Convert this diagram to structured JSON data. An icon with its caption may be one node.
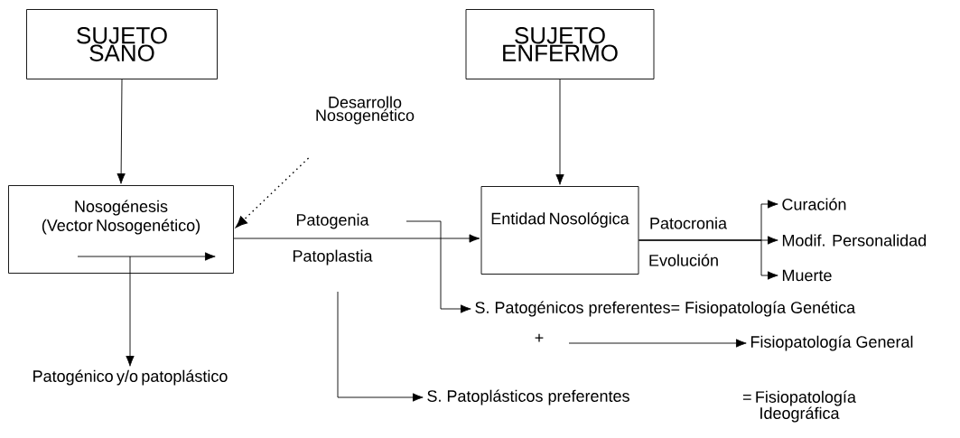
{
  "diagram": {
    "nodes": [
      {
        "text": [
          "SUJETO SANO"
        ]
      },
      {
        "text": [
          "SUJETO ENFERMO"
        ]
      },
      {
        "text": [
          "Nosogénesis (Vector Nosogenético)"
        ]
      },
      {
        "text": [
          "Entidad Nosológica"
        ]
      },
      {
        "text": [
          "Desarrollo Nosogenético"
        ]
      },
      {
        "text": [
          "Patogénico y/o patoplástico"
        ]
      },
      {
        "text": [
          "Curación"
        ]
      },
      {
        "text": [
          "Modif. Personalidad"
        ]
      },
      {
        "text": [
          "Muerte"
        ]
      },
      {
        "text": [
          "S. Patogénicos preferentes= Fisiopatología Genética"
        ]
      },
      {
        "text": [
          "S. Patoplásticos preferentes"
        ]
      },
      {
        "text": [
          "Fisiopatología General"
        ]
      }
    ],
    "edges": [
      {
        "from": 0,
        "to": 2,
        "arrow": "to"
      },
      {
        "from": 1,
        "to": 3,
        "arrow": "to"
      },
      {
        "from": 4,
        "to": 2,
        "arrow": "to",
        "style": "dashed"
      },
      {
        "from": 2,
        "to": 3,
        "arrow": "to",
        "label": "Patogenia"
      },
      {
        "from": null,
        "to": 9,
        "arrow": "to"
      },
      {
        "from": 2,
        "to": 5,
        "arrow": "to"
      },
      {
        "from": null,
        "to": 10,
        "arrow": "to"
      },
      {
        "from": 3,
        "to": 6,
        "arrow": "to"
      },
      {
        "from": 3,
        "to": 7,
        "arrow": "to",
        "label": "Patocronia"
      },
      {
        "from": 3,
        "to": 8,
        "arrow": "to"
      },
      {
        "from": null,
        "to": 11,
        "arrow": "to"
      }
    ],
    "labels": [
      "Patoplastia",
      "Evolución",
      "+",
      "= Fisiopatología Ideográfica"
    ]
  }
}
